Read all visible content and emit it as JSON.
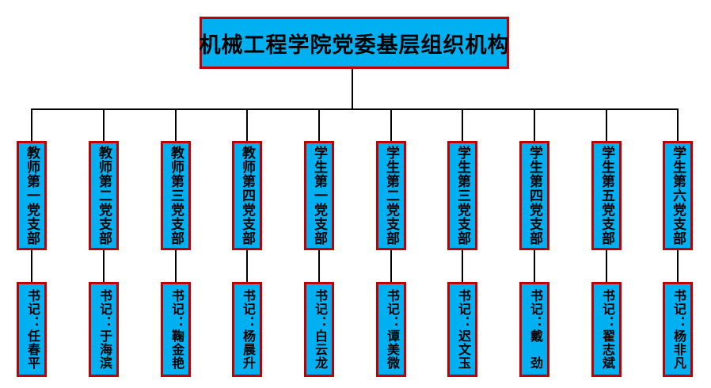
{
  "title": "机械工程学院党委基层组织机构",
  "colors": {
    "box_fill": "#00B0F0",
    "box_border": "#C00000",
    "connector_line": "#000000",
    "text": "#000000",
    "background": "#FFFFFF"
  },
  "diagram_type": "org-chart",
  "columns": [
    {
      "branch": "教师第一党支部",
      "secretary": "书记：任春平"
    },
    {
      "branch": "教师第二党支部",
      "secretary": "书记：于海滨"
    },
    {
      "branch": "教师第三党支部",
      "secretary": "书记：鞠金艳"
    },
    {
      "branch": "教师第四党支部",
      "secretary": "书记：杨晨升"
    },
    {
      "branch": "学生第一党支部",
      "secretary": "书记：白云龙"
    },
    {
      "branch": "学生第二党支部",
      "secretary": "书记：谭美微"
    },
    {
      "branch": "学生第三党支部",
      "secretary": "书记：迟文玉"
    },
    {
      "branch": "学生第四党支部",
      "secretary": "书记：戴　劲"
    },
    {
      "branch": "学生第五党支部",
      "secretary": "书记：翟志斌"
    },
    {
      "branch": "学生第六党支部",
      "secretary": "书记：杨非凡"
    }
  ]
}
